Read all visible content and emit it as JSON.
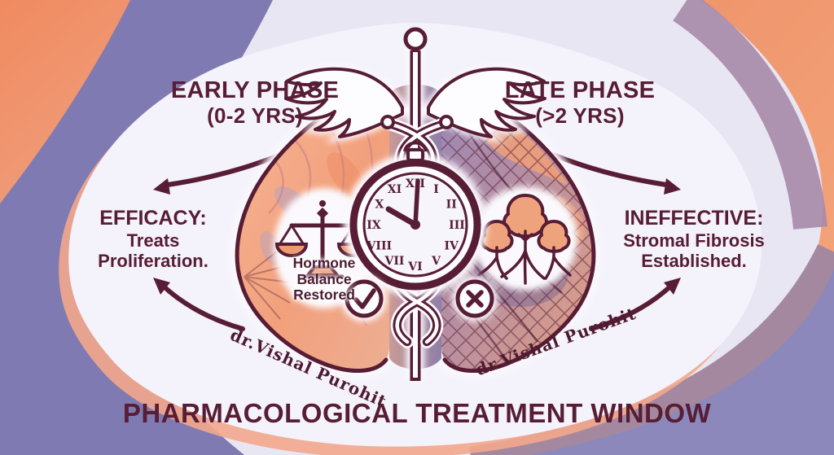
{
  "colors": {
    "maroon": "#571D35",
    "orange": "#F29A76",
    "salmon": "#F5AE8E",
    "purple": "#7F7AB1",
    "lavender": "#E9E6F3",
    "blob_white": "#F4F2FB"
  },
  "phases": {
    "early": {
      "title": "EARLY PHASE",
      "subtitle": "(0-2 YRS)"
    },
    "late": {
      "title": "LATE PHASE",
      "subtitle": "(>2 YRS)"
    }
  },
  "labels": {
    "efficacy": {
      "line1": "EFFICACY:",
      "line2": "Treats",
      "line3": "Proliferation."
    },
    "ineffective": {
      "line1": "INEFFECTIVE:",
      "line2": "Stromal Fibrosis",
      "line3": "Established."
    },
    "hormone": {
      "line1": "Hormone",
      "line2": "Balance",
      "line3": "Restored"
    }
  },
  "clock": {
    "numerals": [
      "XII",
      "I",
      "II",
      "III",
      "IV",
      "V",
      "VI",
      "VII",
      "VIII",
      "IX",
      "X",
      "XI"
    ],
    "time_depicted": "10:00"
  },
  "watermark": {
    "text": "dr.Vishal Purohit"
  },
  "footer": {
    "title": "PHARMACOLOGICAL TREATMENT WINDOW"
  },
  "icons": {
    "center_symbol": "caduceus-icon",
    "timer": "clock-icon",
    "early_marker": "balance-scales-icon",
    "late_marker": "fibrosis-trees-icon",
    "early_status": "check-icon",
    "late_status": "cross-icon"
  }
}
